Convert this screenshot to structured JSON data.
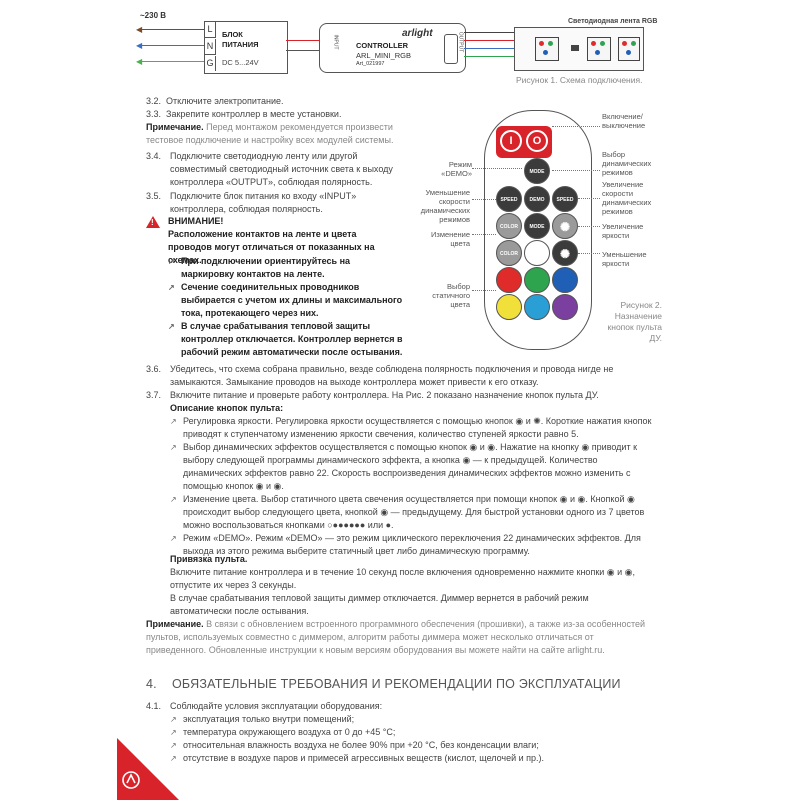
{
  "diagram": {
    "voltage": "~230 В",
    "psu_title": "БЛОК ПИТАНИЯ",
    "psu_pins": [
      "L",
      "N",
      "G"
    ],
    "psu_output": "DC 5...24V",
    "ctrl_brand": "arlight",
    "ctrl_name": "CONTROLLER",
    "ctrl_model": "ARL_MINI_RGB",
    "ctrl_art": "Art_021997",
    "input_label": "INPUT",
    "output_label": "OUTPUT",
    "strip_title": "Светодиодная лента RGB",
    "figure1": "Рисунок 1. Схема подключения."
  },
  "steps_top": [
    {
      "num": "3.2.",
      "text": "Отключите электропитание."
    },
    {
      "num": "3.3.",
      "text": "Закрепите контроллер в месте установки."
    }
  ],
  "note1_label": "Примечание.",
  "note1_text": "Перед монтажом рекомендуется произвести тестовое подключение и настройку всех модулей системы.",
  "step34": {
    "num": "3.4.",
    "text": "Подключите светодиодную ленту или другой совместимый светодиодный источник света к выходу контроллера «OUTPUT», соблюдая полярность."
  },
  "step35": {
    "num": "3.5.",
    "text": "Подключите блок питания ко входу «INPUT» контроллера, соблюдая полярность."
  },
  "warning": {
    "title": "ВНИМАНИЕ!",
    "text": "Расположение контактов на ленте и цвета проводов могут отличаться от показанных на схемах.",
    "items": [
      "При подключении ориентируйтесь на маркировку контактов на ленте.",
      "Сечение соединительных проводников выбирается с учетом их длины и максимального тока, протекающего через них.",
      "В случае срабатывания тепловой защиты контроллер отключается. Контроллер вернется в рабочий режим автоматически после остывания."
    ]
  },
  "remote": {
    "labels": {
      "onoff": "Включение/ выключение",
      "demo": "Режим «DEMO»",
      "select_dyn": "Выбор динамических режимов",
      "speed_down": "Уменьшение скорости динамических режимов",
      "speed_up": "Увеличение скорости динамических режимов",
      "color_change": "Изменение цвета",
      "bright_up": "Увеличение яркости",
      "bright_down": "Уменьшение яркости",
      "static_color": "Выбор статичного цвета"
    },
    "btn": {
      "mode": "MODE",
      "speed": "SPEED",
      "demo": "DEMO",
      "color": "COLOR",
      "plus": "+",
      "minus": "−"
    },
    "figure2": "Рисунок 2. Назначение кнопок пульта ДУ."
  },
  "step36": {
    "num": "3.6.",
    "text": "Убедитесь, что схема собрана правильно, везде соблюдена полярность подключения и провода нигде не замыкаются. Замыкание проводов на выходе контроллера может привести к его отказу."
  },
  "step37": {
    "num": "3.7.",
    "text": "Включите питание и проверьте работу контроллера. На Рис. 2 показано назначение кнопок пульта ДУ."
  },
  "buttons_desc_title": "Описание кнопок пульта:",
  "desc_items": [
    "Регулировка яркости. Регулировка яркости осуществляется с помощью кнопок ◉ и ✺. Короткие нажатия кнопок приводят к ступенчатому изменению яркости свечения, количество ступеней яркости равно 5.",
    "Выбор динамических эффектов осуществляется с помощью кнопок ◉ и ◉. Нажатие на кнопку ◉ приводит к выбору следующей программы динамического эффекта, а кнопка ◉ — к предыдущей. Количество динамических эффектов равно 22. Скорость воспроизведения динамических эффектов можно изменить с помощью кнопок ◉ и ◉.",
    "Изменение цвета. Выбор статичного цвета свечения осуществляется при помощи кнопок ◉ и ◉. Кнопкой ◉ происходит выбор следующего цвета, кнопкой ◉ — предыдущему. Для быстрой установки одного из 7 цветов можно воспользоваться кнопками ○●●●●●● или ●.",
    "Режим «DEMO». Режим «DEMO» — это режим циклического переключения 22 динамических эффектов. Для выхода из этого режима выберите статичный цвет либо динамическую программу."
  ],
  "binding_title": "Привязка пульта.",
  "binding_text": "Включите питание контроллера и в течение 10 секунд после включения одновременно нажмите кнопки ◉ и ◉, отпустите их через 3 секунды.",
  "thermal_text": "В случае срабатывания тепловой защиты диммер отключается. Диммер вернется в рабочий режим автоматически после остывания.",
  "note2_label": "Примечание.",
  "note2_text": "В связи с обновлением встроенного программного обеспечения (прошивки), а также из-за особенностей пультов, используемых совместно с диммером, алгоритм работы диммера может несколько отличаться от приведенного. Обновленные инструкции к новым версиям оборудования вы можете найти на сайте arlight.ru.",
  "section4": {
    "num": "4.",
    "title": "ОБЯЗАТЕЛЬНЫЕ ТРЕБОВАНИЯ И РЕКОМЕНДАЦИИ ПО ЭКСПЛУАТАЦИИ"
  },
  "step41": {
    "num": "4.1.",
    "text": "Соблюдайте условия эксплуатации оборудования:"
  },
  "conditions": [
    "эксплуатация только внутри помещений;",
    "температура окружающего воздуха от 0 до +45 °С;",
    "относительная влажность воздуха не более 90% при +20 °С, без конденсации влаги;",
    "отсутствие в воздухе паров и примесей агрессивных веществ (кислот, щелочей и пр.)."
  ],
  "colors": {
    "accent": "#d9232a",
    "red": "#e02b2b",
    "green": "#2ea44f",
    "blue": "#1f5fb5",
    "yellow": "#f2e03a",
    "cyan": "#2a9fd6",
    "purple": "#7b3fa0"
  }
}
